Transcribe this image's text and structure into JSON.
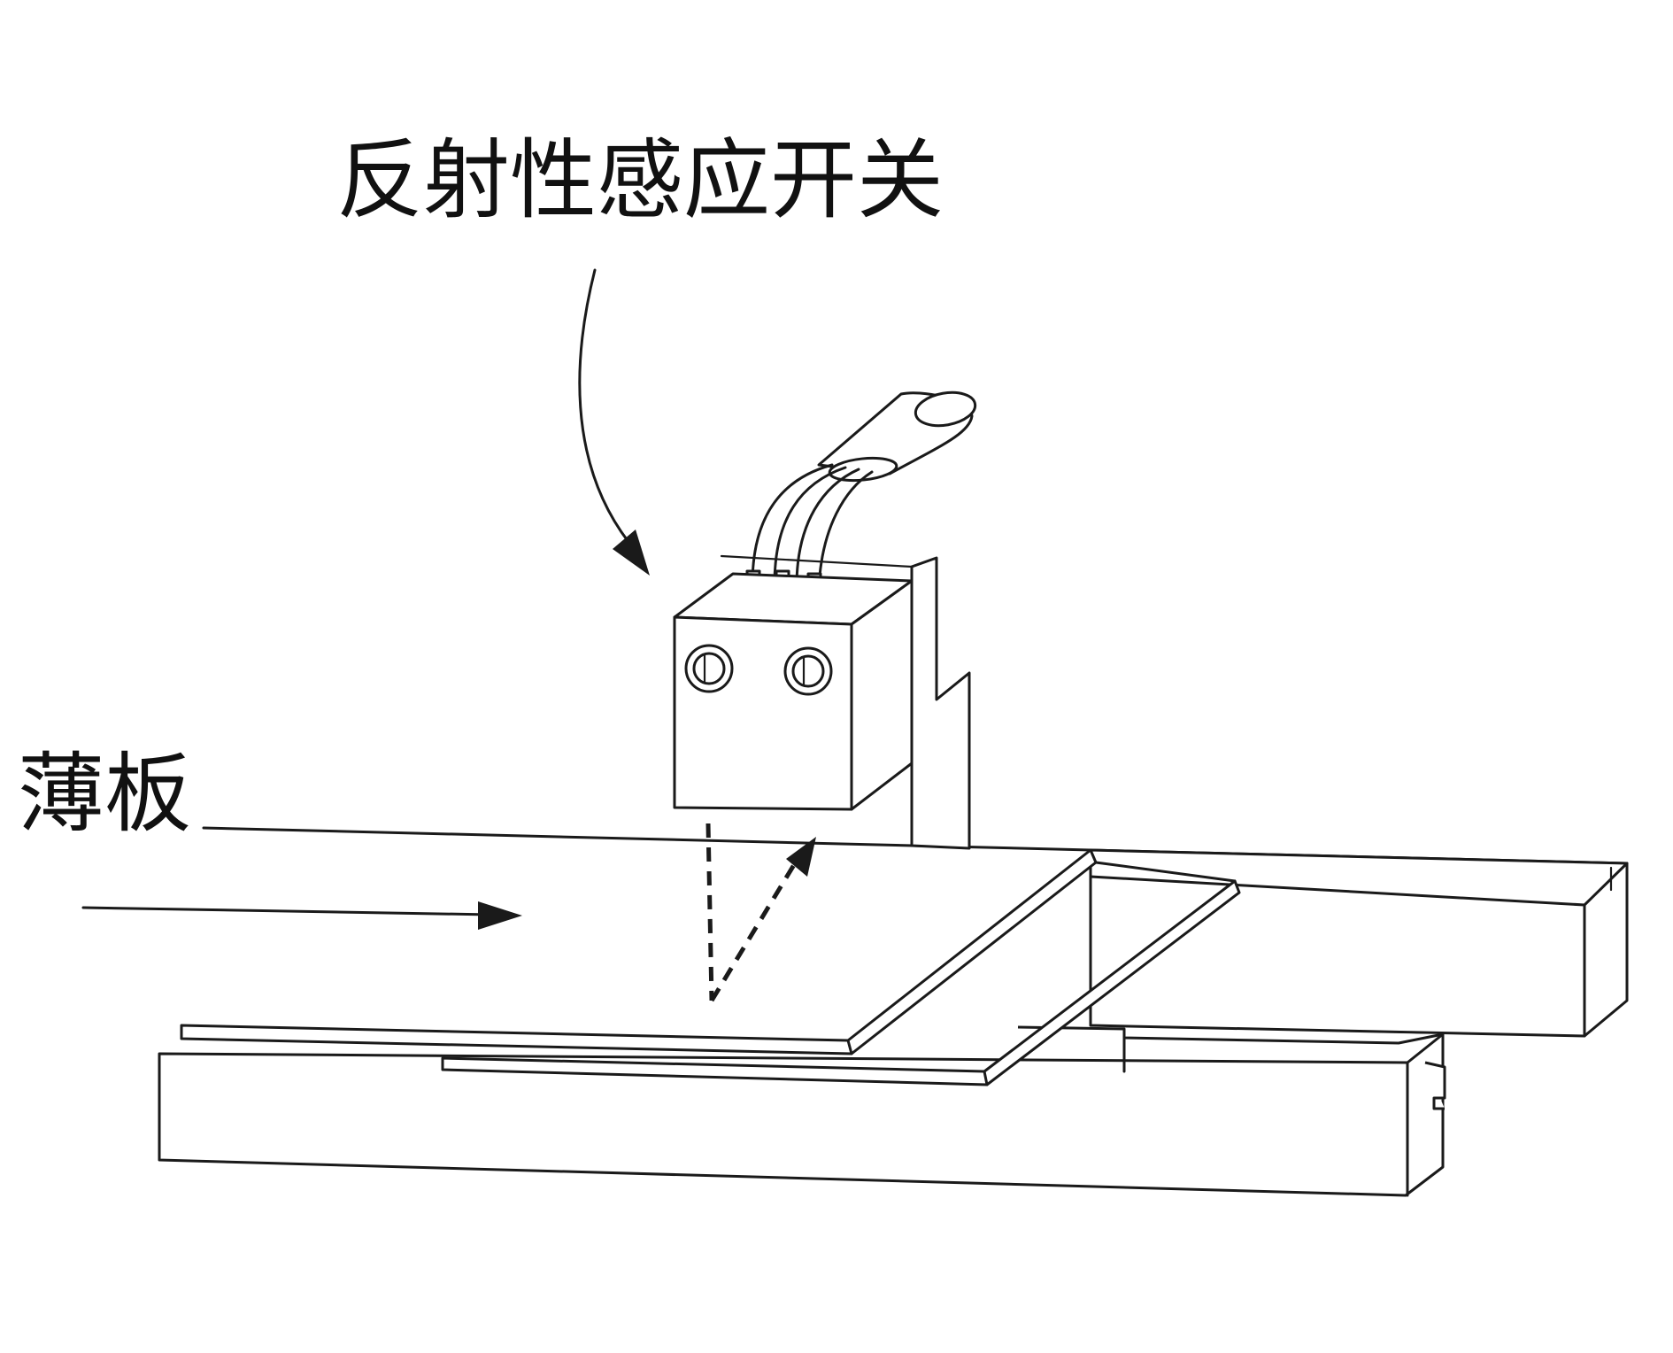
{
  "labels": {
    "sensor": "反射性感应开关",
    "sheet": "薄板"
  },
  "icons": {
    "motion_arrow": "right-arrow",
    "pointer_arrow": "curved-down-arrow",
    "beam": "dashed-reflection-arrow"
  },
  "colors": {
    "line": "#1a1a1a",
    "background": "#ffffff"
  }
}
